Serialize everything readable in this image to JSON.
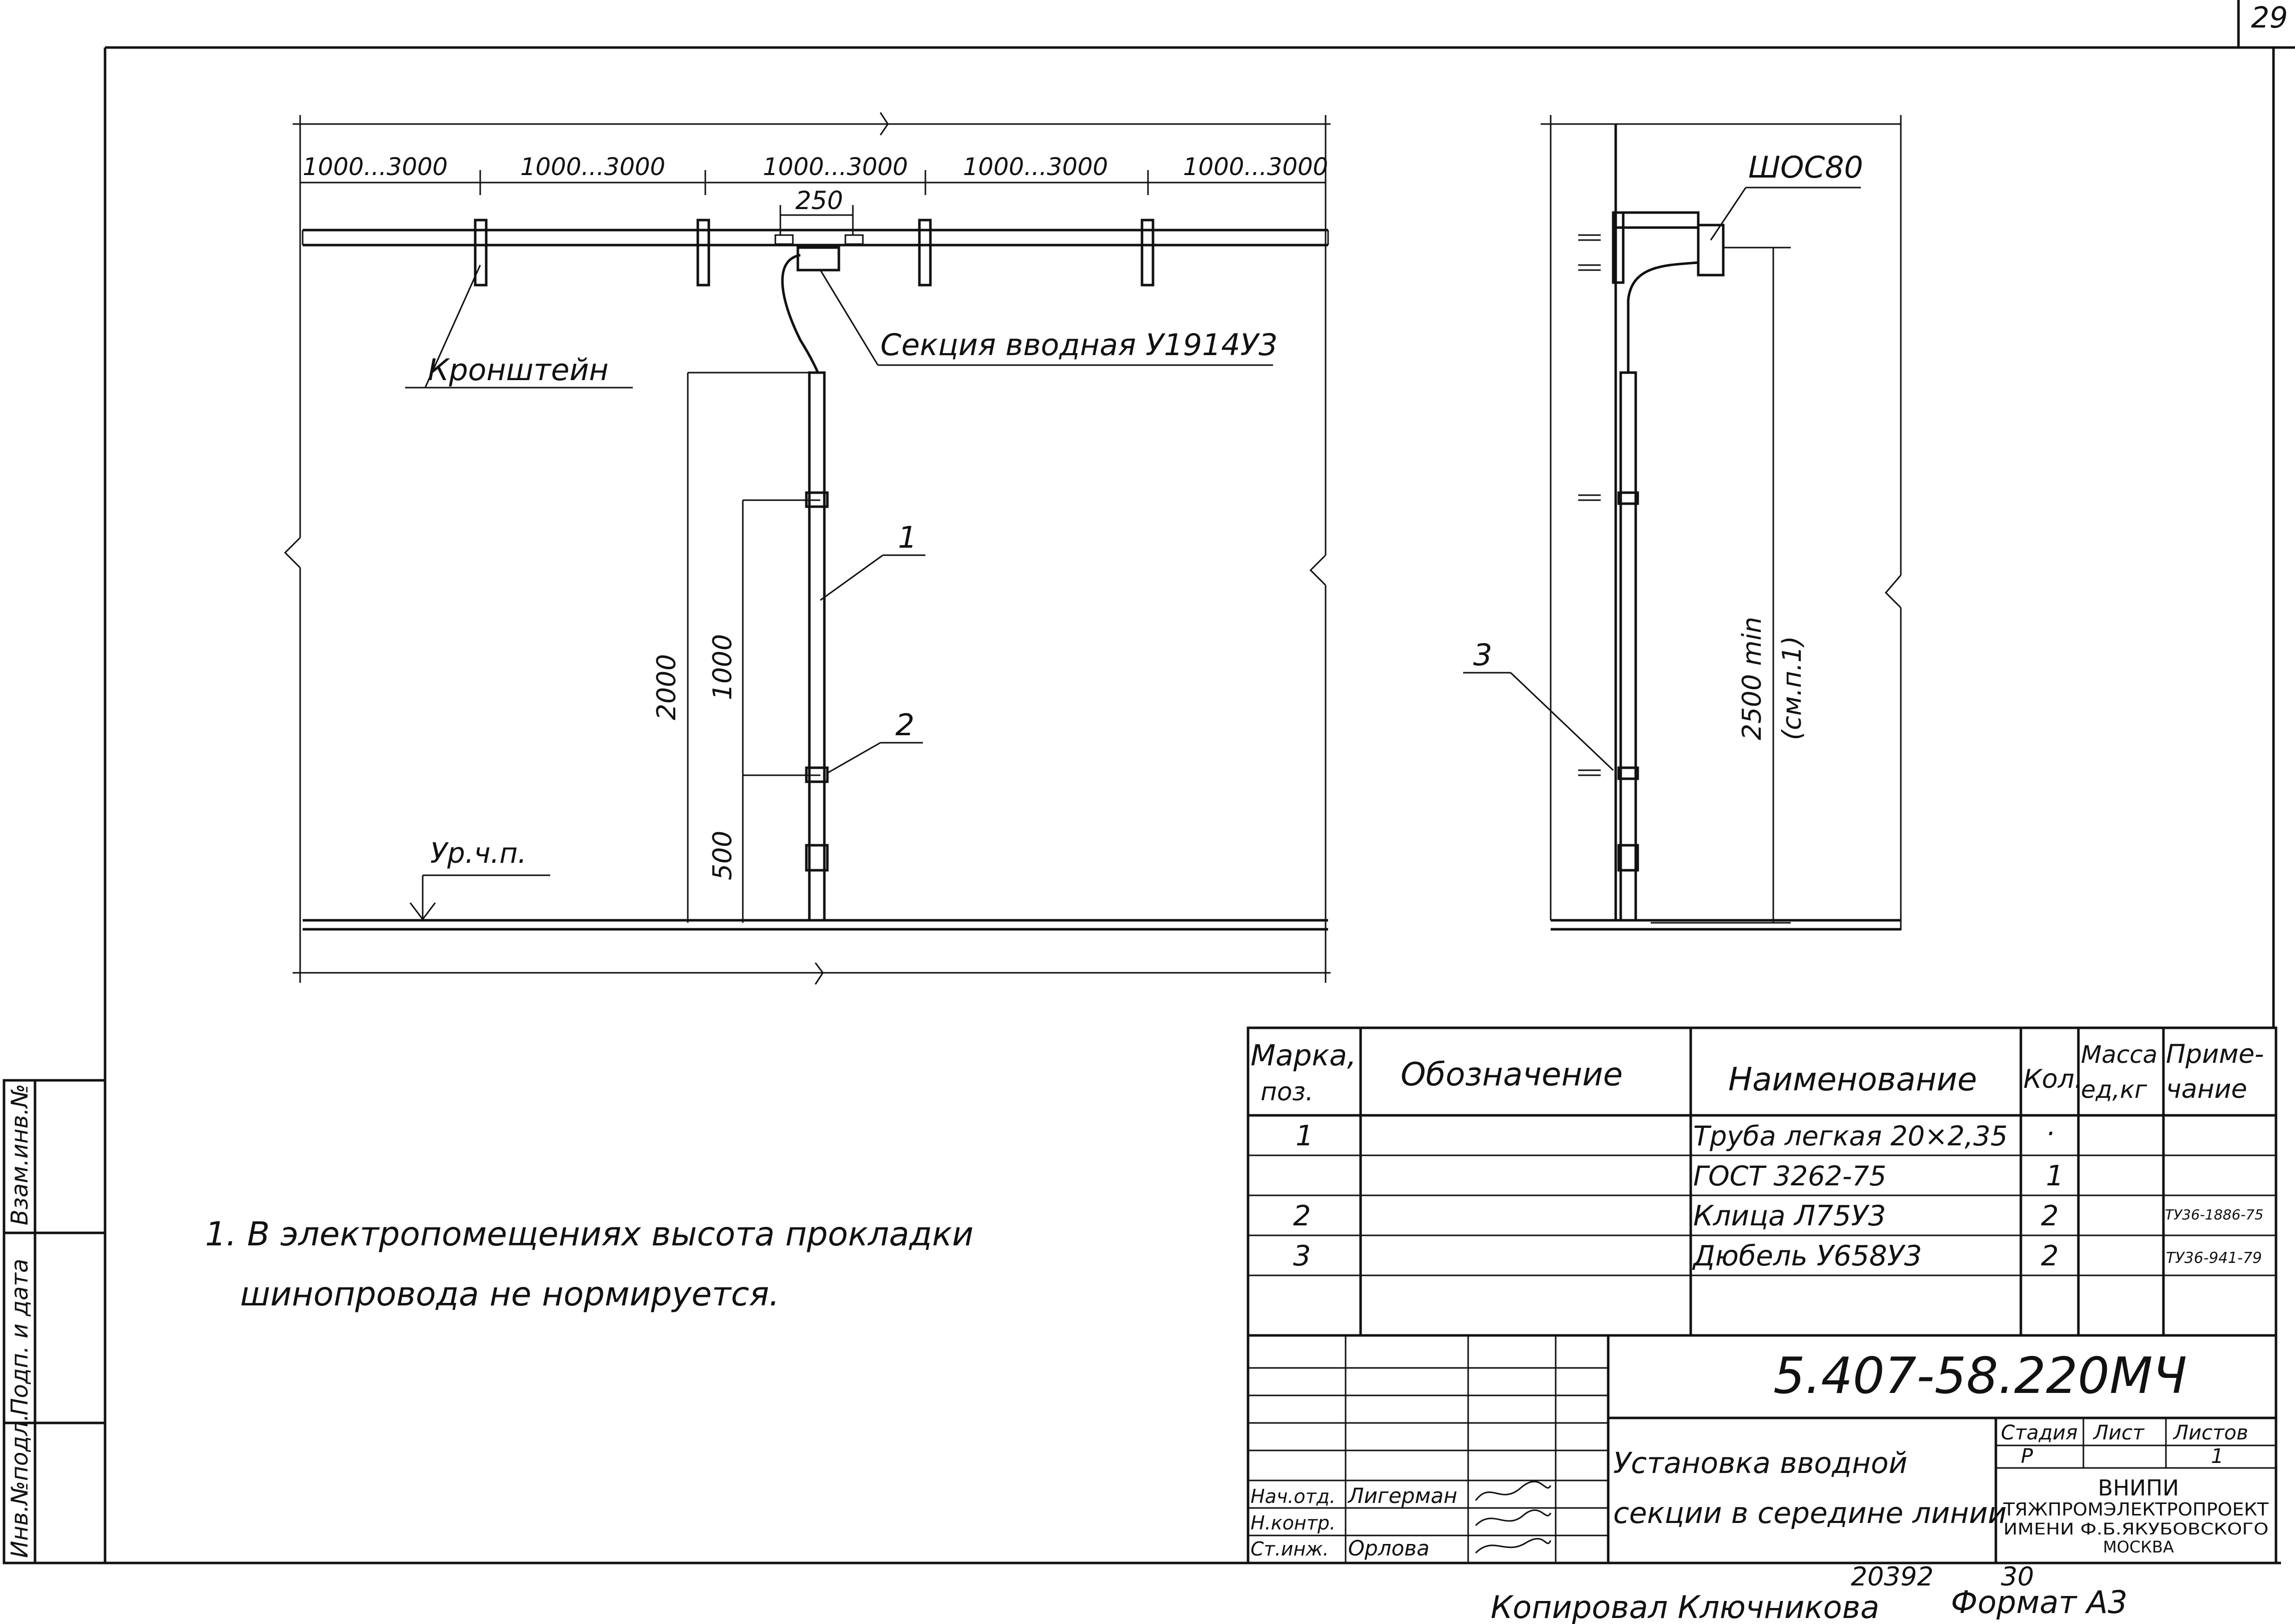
{
  "sheet": {
    "page_number": "29",
    "bottom_numbers": [
      "20392",
      "30"
    ],
    "copied_by": "Копировал  Ключникова",
    "format": "Формат А3"
  },
  "front_view": {
    "spans": [
      "1000...3000",
      "1000...3000",
      "1000...3000",
      "1000...3000",
      "1000...3000"
    ],
    "dim_250": "250",
    "label_bracket": "Кронштейн",
    "label_section": "Секция вводная У1914У3",
    "label_floor": "Ур.ч.п.",
    "dim_2000": "2000",
    "dim_1000": "1000",
    "dim_500": "500",
    "pos_1": "1",
    "pos_2": "2"
  },
  "side_view": {
    "label_shos": "ШОС80",
    "dim_2500": "2500 min",
    "dim_note": "(см.п.1)",
    "pos_3": "3"
  },
  "note": {
    "line1": "1. В электропомещениях  высота  прокладки",
    "line2": "шинопровода  не  нормируется."
  },
  "spec_table": {
    "headers": {
      "mark": [
        "Марка,",
        "поз."
      ],
      "designation": "Обозначение",
      "name": "Наименование",
      "qty": "Кол.",
      "mass": [
        "Масса",
        "ед,кг"
      ],
      "note": [
        "Приме-",
        "чание"
      ]
    },
    "rows": [
      {
        "mark": "1",
        "name": "Труба легкая 20×2,35",
        "qty": "·",
        "note": ""
      },
      {
        "mark": "",
        "name": "ГОСТ 3262-75",
        "qty": "1",
        "note": ""
      },
      {
        "mark": "2",
        "name": "Клица  Л75У3",
        "qty": "2",
        "note": "ТУ36-1886-75"
      },
      {
        "mark": "3",
        "name": "Дюбель  У658У3",
        "qty": "2",
        "note": "ТУ36-941-79"
      }
    ]
  },
  "title_block": {
    "doc_code": "5.407-58.220МЧ",
    "title_line1": "Установка  вводной",
    "title_line2": "секции в середине линии",
    "stage_label": "Стадия",
    "sheet_label": "Лист",
    "sheets_label": "Листов",
    "stage_value": "Р",
    "sheets_value": "1",
    "org_line1": "ВНИПИ",
    "org_line2": "ТЯЖПРОМЭЛЕКТРОПРОЕКТ",
    "org_line3": "ИМЕНИ Ф.Б.ЯКУБОВСКОГО",
    "org_line4": "МОСКВА",
    "roles": [
      "Нач.отд.",
      "Н.контр.",
      "Ст.инж."
    ],
    "names": [
      "Лигерман",
      "",
      "Орлова"
    ]
  },
  "side_stamp": {
    "labels": [
      "Взам.инв.№",
      "Подп. и дата",
      "Инв.№подл."
    ]
  }
}
